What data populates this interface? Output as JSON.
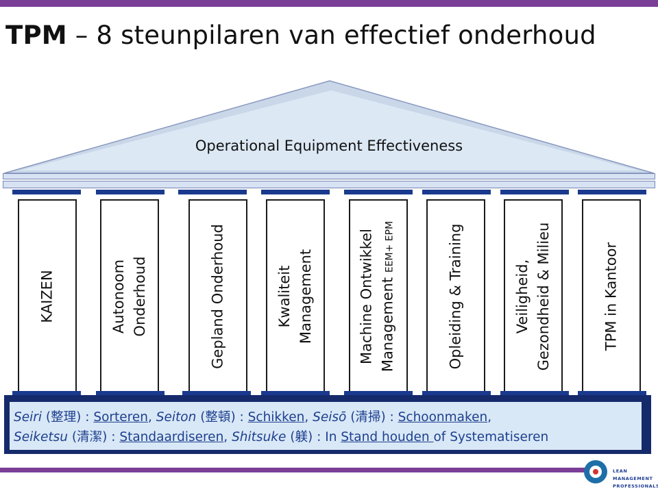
{
  "title": {
    "main": "TPM",
    "dash": " – ",
    "rest": "8 steunpilaren van effectief onderhoud"
  },
  "roof": {
    "label": "Operational Equipment Effectiveness"
  },
  "pillars": [
    {
      "line1": "KAIZEN"
    },
    {
      "line1": "Autonoom",
      "line2": "Onderhoud"
    },
    {
      "line1": "Gepland Onderhoud"
    },
    {
      "line1": "Kwaliteit",
      "line2": "Management"
    },
    {
      "line1": "Machine Ontwikkel",
      "line2": "Management",
      "small": "EEM+ EPM"
    },
    {
      "line1": "Opleiding & Training"
    },
    {
      "line1": "Veiligheid,",
      "line2": "Gezondheid & Milieu"
    },
    {
      "line1": "TPM in Kantoor"
    }
  ],
  "foundation": {
    "seiri": "Seiri",
    "seiri_kanji": "整理",
    "sorteren": "Sorteren",
    "seiton": "Seiton",
    "seiton_kanji": "整頓",
    "schikken": "Schikken",
    "seiso": "Seisō",
    "seiso_kanji": "清掃",
    "schoonmaken": "Schoonmaken",
    "seiketsu": "Seiketsu",
    "seiketsu_kanji": "清潔",
    "standaardiseren": "Standaardiseren",
    "shitsuke": "Shitsuke",
    "shitsuke_kanji": "躾",
    "in": "In ",
    "stand_houden": "Stand houden ",
    "of_systematiseren": "of Systematiseren"
  },
  "logo": {
    "line1": "LEAN",
    "line2": "MANAGEMENT",
    "line3": "PROFESSIONALS"
  },
  "colors": {
    "accent_purple": "#7a3e97",
    "navy": "#1a3a8f",
    "roof_fill": "#dce8f4",
    "foundation_fill": "#d9e8f6",
    "text_blue": "#1d3f8f"
  }
}
